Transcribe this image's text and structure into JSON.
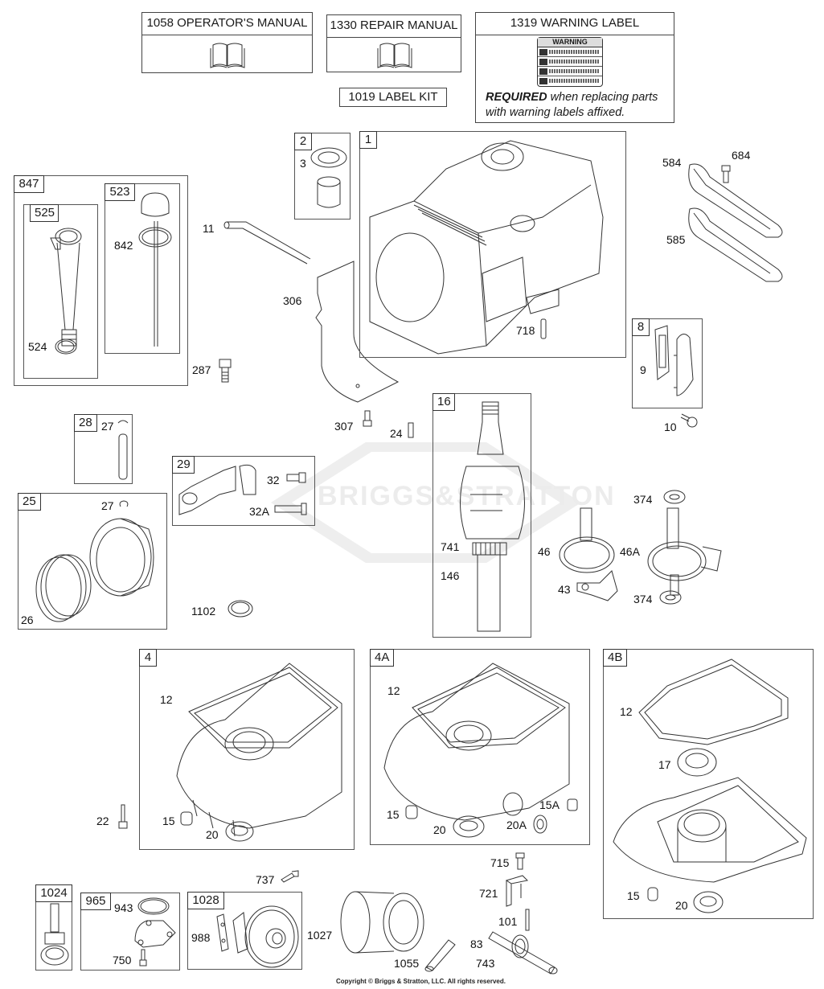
{
  "header_boxes": {
    "operators_manual": "1058 OPERATOR'S MANUAL",
    "repair_manual": "1330 REPAIR MANUAL",
    "warning_label": "1319 WARNING LABEL",
    "label_kit": "1019 LABEL KIT",
    "warning_card_title": "WARNING",
    "required_bold": "REQUIRED",
    "required_rest": " when replacing parts",
    "required_line2": "with warning labels affixed.",
    "book_icon": "open-book-icon"
  },
  "watermark": "BRIGGS&STRATTON",
  "groups": {
    "g847": "847",
    "g525": "525",
    "g523": "523",
    "g2": "2",
    "g1": "1",
    "g8": "8",
    "g16": "16",
    "g28": "28",
    "g29": "29",
    "g25": "25",
    "g4": "4",
    "g4A": "4A",
    "g4B": "4B",
    "g1024": "1024",
    "g965": "965",
    "g1028": "1028"
  },
  "callouts": {
    "c524": "524",
    "c842": "842",
    "c11": "11",
    "c287": "287",
    "c3": "3",
    "c306": "306",
    "c718": "718",
    "c584": "584",
    "c585": "585",
    "c684": "684",
    "c9": "9",
    "c10": "10",
    "c307": "307",
    "c24": "24",
    "c27a": "27",
    "c27b": "27",
    "c32": "32",
    "c32A": "32A",
    "c26": "26",
    "c1102": "1102",
    "c741": "741",
    "c146": "146",
    "c46": "46",
    "c46A": "46A",
    "c43": "43",
    "c374a": "374",
    "c374b": "374",
    "c12a": "12",
    "c22": "22",
    "c15a": "15",
    "c20a": "20",
    "c12b": "12",
    "c15b": "15",
    "c20b": "20",
    "c15A": "15A",
    "c20A": "20A",
    "c12c": "12",
    "c17": "17",
    "c15c": "15",
    "c20c": "20",
    "c943": "943",
    "c750": "750",
    "c988": "988",
    "c737": "737",
    "c1027": "1027",
    "c1055": "1055",
    "c715": "715",
    "c721": "721",
    "c101": "101",
    "c83": "83",
    "c743": "743"
  },
  "footer": {
    "copyright": "Copyright © Briggs & Stratton, LLC. All rights reserved."
  }
}
